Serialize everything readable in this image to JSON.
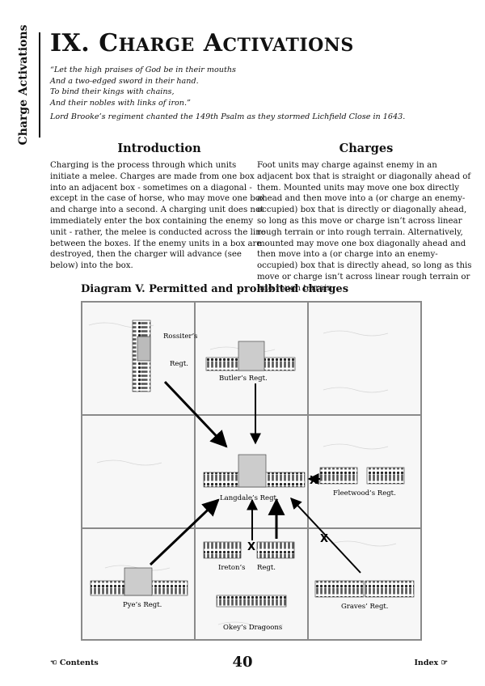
{
  "side_tab": "Charge Activations",
  "title": {
    "number": "IX.",
    "word1_initial": "C",
    "word1_rest": "HARGE",
    "word2_initial": "A",
    "word2_rest": "CTIVATIONS"
  },
  "quote": {
    "lines": [
      "“Let the high praises of God be in their mouths",
      "And a two-edged sword in their hand.",
      "To bind their kings with chains,",
      "And their nobles with links of iron.”"
    ],
    "attribution": "Lord Brooke’s regiment chanted the 149th Psalm as they stormed Lichfield Close in 1643."
  },
  "introduction": {
    "heading": "Introduction",
    "text": "Charging is the process through which units initiate a melee. Charges are made from one box into an adjacent box - sometimes on a diagonal - except in the case of horse, who may move one box and charge into a second. A charging unit does not immediately enter the box containing the enemy unit - rather, the melee is conducted across the line between the boxes. If the enemy units in a box are destroyed, then the charger will advance (see below) into the box."
  },
  "charges": {
    "heading": "Charges",
    "text": "Foot units may charge against enemy in an adjacent box that is straight or diagonally ahead of them. Mounted units may move one box directly ahead and then move into a (or charge an enemy-occupied) box that is directly or diagonally ahead, so long as this move or charge isn’t across linear rough terrain or into rough terrain. Alternatively, mounted may move one box diagonally ahead and then move into a (or charge into an enemy-occupied) box that is directly ahead, so long as this move or charge isn’t across linear rough terrain or into rough terrain."
  },
  "diagram": {
    "title": "Diagram V. Permitted and prohibited charges",
    "units": {
      "rossiter_1": "Rossiter’s",
      "rossiter_2": "Regt.",
      "butler": "Butler’s Regt.",
      "langdale": "Langdale’s Regt.",
      "fleetwood": "Fleetwood’s Regt.",
      "ireton_1": "Ireton’s",
      "ireton_2": "Regt.",
      "pye": "Pye’s Regt.",
      "graves": "Graves’ Regt.",
      "okey": "Okey’s Dragoons"
    },
    "prohibited_mark": "X"
  },
  "footer": {
    "contents": "☜ Contents",
    "page": "40",
    "index": "Index ☞"
  }
}
